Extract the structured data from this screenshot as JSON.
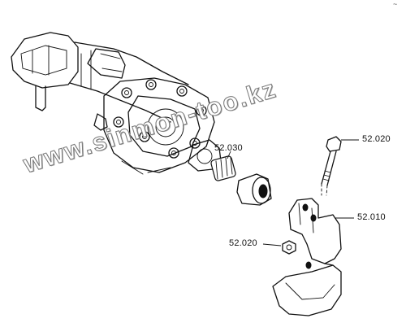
{
  "labels": {
    "bolt": "52.020",
    "pinion": "52.030",
    "bracket": "52.010",
    "nut": "52.020"
  },
  "watermark": "www.sinmon-too.kz",
  "corner_mark": "~"
}
